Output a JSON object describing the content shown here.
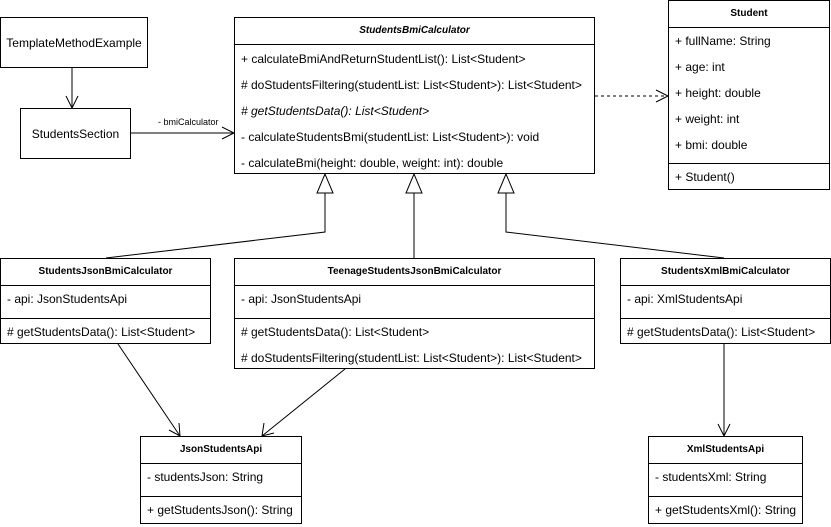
{
  "template_method_example": {
    "label": "TemplateMethodExample"
  },
  "students_section": {
    "label": "StudentsSection"
  },
  "association_label": "- bmiCalculator",
  "students_bmi_calculator": {
    "name": "StudentsBmiCalculator",
    "methods": [
      "+ calculateBmiAndReturnStudentList(): List<Student>",
      "# doStudentsFiltering(studentList: List<Student>): List<Student>",
      "# getStudentsData(): List<Student>",
      "- calculateStudentsBmi(studentList: List<Student>): void",
      "- calculateBmi(height: double, weight: int): double"
    ]
  },
  "student": {
    "name": "Student",
    "attributes": [
      "+ fullName: String",
      "+ age: int",
      "+ height: double",
      "+ weight: int",
      "+ bmi: double"
    ],
    "methods": [
      "+ Student()"
    ]
  },
  "students_json_bmi_calculator": {
    "name": "StudentsJsonBmiCalculator",
    "attributes": [
      "- api: JsonStudentsApi"
    ],
    "methods": [
      "# getStudentsData(): List<Student>"
    ]
  },
  "teenage_students_json_bmi_calculator": {
    "name": "TeenageStudentsJsonBmiCalculator",
    "attributes": [
      "- api: JsonStudentsApi"
    ],
    "methods": [
      "# getStudentsData(): List<Student>",
      "# doStudentsFiltering(studentList: List<Student>): List<Student>"
    ]
  },
  "students_xml_bmi_calculator": {
    "name": "StudentsXmlBmiCalculator",
    "attributes": [
      "- api: XmlStudentsApi"
    ],
    "methods": [
      "# getStudentsData(): List<Student>"
    ]
  },
  "json_students_api": {
    "name": "JsonStudentsApi",
    "attributes": [
      "- studentsJson: String"
    ],
    "methods": [
      "+ getStudentsJson(): String"
    ]
  },
  "xml_students_api": {
    "name": "XmlStudentsApi",
    "attributes": [
      "- studentsXml: String"
    ],
    "methods": [
      "+ getStudentsXml(): String"
    ]
  }
}
